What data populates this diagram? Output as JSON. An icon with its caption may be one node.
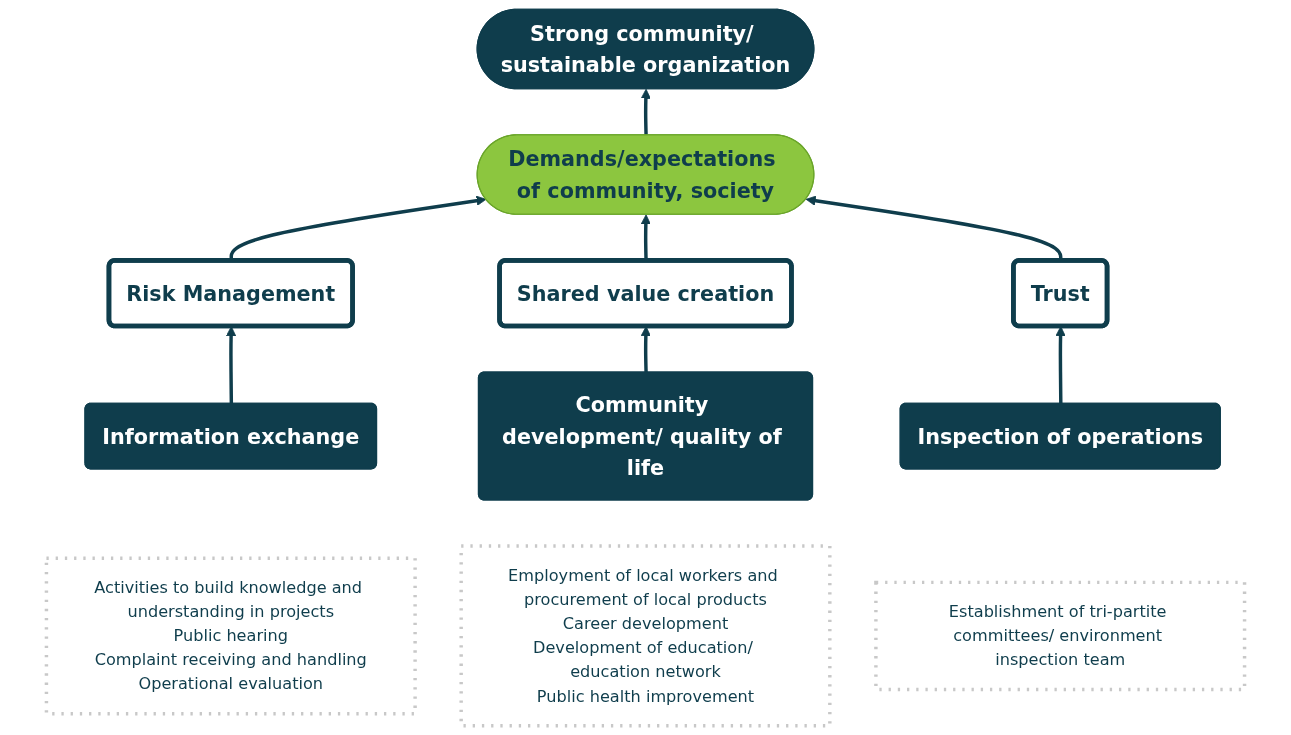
{
  "diagram": {
    "nodes": [
      {
        "text": [
          "Strong community/ sustainable organization"
        ]
      },
      {
        "text": [
          "Demands/expectations of community, society"
        ]
      },
      {
        "text": [
          "Risk Management"
        ]
      },
      {
        "text": [
          "Shared value creation"
        ]
      },
      {
        "text": [
          "Trust"
        ]
      },
      {
        "text": [
          "Information exchange"
        ]
      },
      {
        "text": [
          "Community development/ quality of life"
        ]
      },
      {
        "text": [
          "Inspection of operations"
        ]
      },
      {
        "text": [
          "Activities to build knowledge and understanding in projects",
          "Public hearing",
          "Complaint receiving and handling",
          "Operational evaluation"
        ]
      },
      {
        "text": [
          "Employment of local workers and procurement of local products",
          "Career development",
          "Development of education/ education network",
          "Public health improvement"
        ]
      },
      {
        "text": [
          "Establishment of tri-partite committees/ environment inspection team"
        ]
      }
    ],
    "edges": [
      {
        "from": 1,
        "to": 0,
        "arrow": "to"
      },
      {
        "from": 2,
        "to": 1,
        "arrow": "to"
      },
      {
        "from": 3,
        "to": 1,
        "arrow": "to"
      },
      {
        "from": 4,
        "to": 1,
        "arrow": "to"
      },
      {
        "from": 5,
        "to": 2,
        "arrow": "to"
      },
      {
        "from": 6,
        "to": 3,
        "arrow": "to"
      },
      {
        "from": 7,
        "to": 4,
        "arrow": "to"
      }
    ]
  }
}
